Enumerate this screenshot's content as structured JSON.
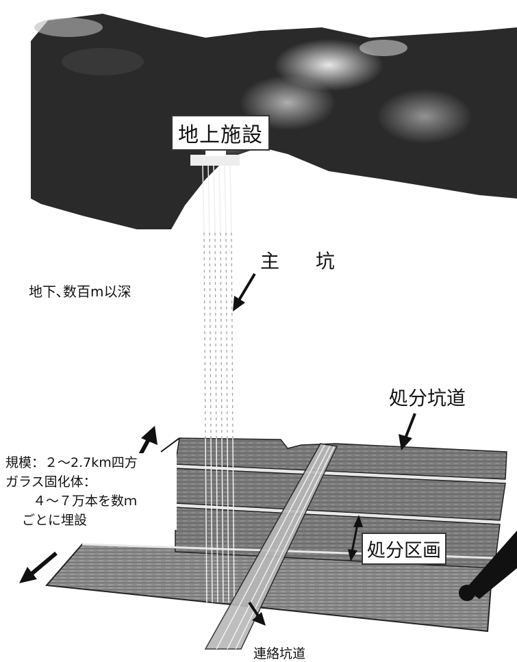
{
  "labels": {
    "surface_facility": "地上施設",
    "depth": "地下､数百m以深",
    "main_shaft": "主 坑",
    "disposal_tunnel": "処分坑道",
    "disposal_section": "処分区画",
    "connecting_tunnel": "連絡坑道"
  },
  "specs": {
    "scale": "規模：２～2.7km四方",
    "glass_heading": "ガラス固化体：",
    "glass_count": "４～７万本を数ｍ",
    "glass_burial": "ごとに埋設"
  },
  "colors": {
    "ground": "#2a2a2a",
    "rock_layer": "#8a8a8a",
    "rock_layer_dark": "#5e5e5e",
    "line": "#111111",
    "seam": "#e8e8e8"
  }
}
